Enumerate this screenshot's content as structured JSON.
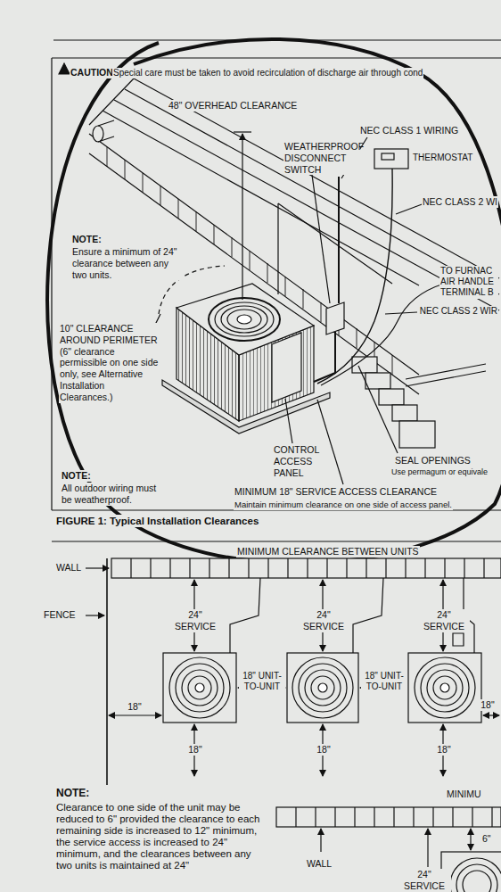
{
  "diagram": {
    "caption": "FIGURE 1: Typical Installation Clearances",
    "labels": [
      "CAUTION",
      "Special care must be taken to avoid recirculation of discharge air through cond",
      "48\" OVERHEAD CLEARANCE",
      "WEATHERPROOF DISCONNECT SWITCH",
      "NEC CLASS 1 WIRING",
      "THERMOSTAT",
      "NEC CLASS 2 WI",
      "NOTE:",
      "Ensure a minimum of 24\" clearance between any two units.",
      "TO FURNAC AIR HANDLE TERMINAL B",
      "NEC CLASS 2 WIR",
      "10\" CLEARANCE AROUND PERIMETER (6\" clearance permissible on one side only, see Alternative Installation Clearances.)",
      "CONTROL ACCESS PANEL",
      "SEAL OPENINGS",
      "Use permagum or equivale",
      "NOTE:",
      "All outdoor wiring must be weatherproof.",
      "MINIMUM 18\" SERVICE ACCESS CLEARANCE",
      "Maintain minimum clearance on one side of access panel.",
      "MINIMUM CLEARANCE BETWEEN UNITS",
      "WALL",
      "FENCE",
      "24\" SERVICE",
      "24\" SERVICE",
      "24\" SERVICE",
      "18\" UNIT-TO-UNIT",
      "18\" UNIT-TO-UNIT",
      "18\"",
      "18\"",
      "18\"",
      "18\"",
      "18\"",
      "NOTE:",
      "Clearance to one side of the unit may be reduced to 6\" provided the clearance to each remaining side is increased to 12\" minimum, the service access is increased to 24\" minimum, and the clearances between any two units is maintained at 24\"",
      "MINIMU",
      "6\"",
      "WALL",
      "24\" SERVICE"
    ]
  }
}
